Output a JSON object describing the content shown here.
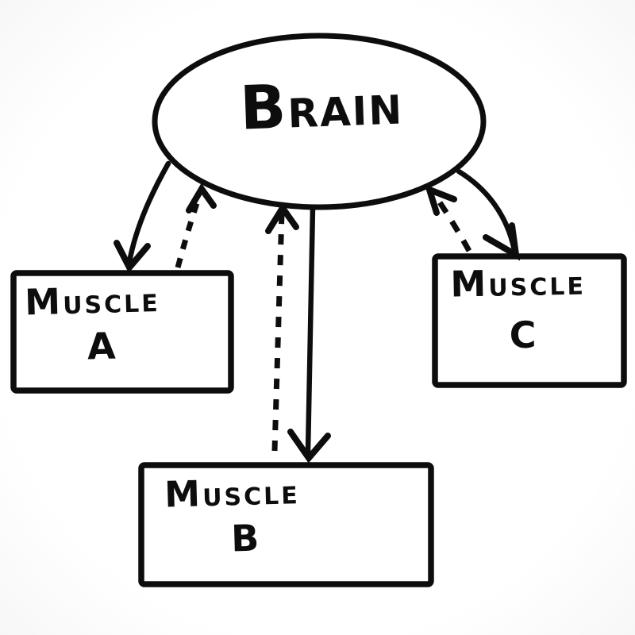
{
  "colors": {
    "background": "#ffffff",
    "stroke": "#0d0d0d"
  },
  "diagram": {
    "type": "hand-drawn node-link diagram",
    "nodes": {
      "brain": {
        "label": "BRAIN",
        "shape": "ellipse"
      },
      "muscle_a": {
        "name": "MUSCLE",
        "letter": "A",
        "shape": "rectangle"
      },
      "muscle_b": {
        "name": "MUSCLE",
        "letter": "B",
        "shape": "rectangle"
      },
      "muscle_c": {
        "name": "MUSCLE",
        "letter": "C",
        "shape": "rectangle"
      }
    },
    "edges": [
      {
        "from": "brain",
        "to": "muscle_a",
        "style": "solid",
        "arrow": "at-muscle"
      },
      {
        "from": "muscle_a",
        "to": "brain",
        "style": "dashed",
        "arrow": "at-brain"
      },
      {
        "from": "brain",
        "to": "muscle_b",
        "style": "solid",
        "arrow": "at-muscle"
      },
      {
        "from": "muscle_b",
        "to": "brain",
        "style": "dashed",
        "arrow": "at-brain"
      },
      {
        "from": "brain",
        "to": "muscle_c",
        "style": "solid",
        "arrow": "at-muscle"
      },
      {
        "from": "muscle_c",
        "to": "brain",
        "style": "dashed",
        "arrow": "at-brain"
      }
    ]
  }
}
